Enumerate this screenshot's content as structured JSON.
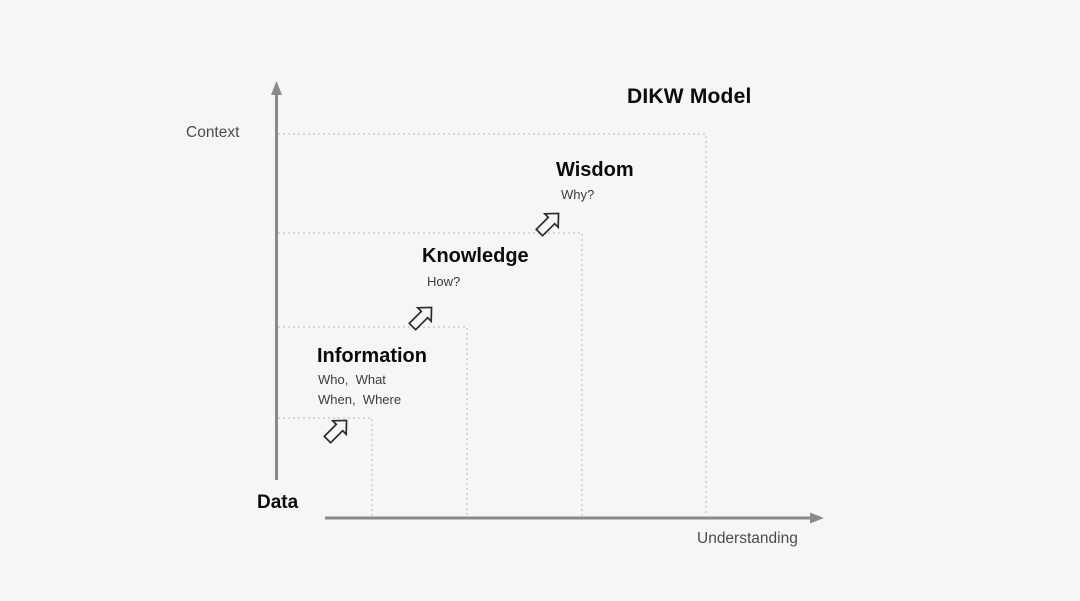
{
  "title": "DIKW Model",
  "axes": {
    "y_label": "Context",
    "x_label": "Understanding"
  },
  "levels": [
    {
      "label": "Data",
      "sublabels": []
    },
    {
      "label": "Information",
      "sublabels": [
        "Who,  What",
        "When,  Where"
      ]
    },
    {
      "label": "Knowledge",
      "sublabels": [
        "How?"
      ]
    },
    {
      "label": "Wisdom",
      "sublabels": [
        "Why?"
      ]
    }
  ],
  "icons": {
    "step_arrow": "ne-outline-arrow"
  },
  "colors": {
    "background": "#f6f6f6",
    "axis": "#8a8a8a",
    "dotted_step": "#c2c2c2",
    "heading_text": "#0b0b0b",
    "sub_text": "#3c3c3c",
    "axis_label_text": "#4b4b4b",
    "arrow_stroke": "#2b2b2b"
  }
}
